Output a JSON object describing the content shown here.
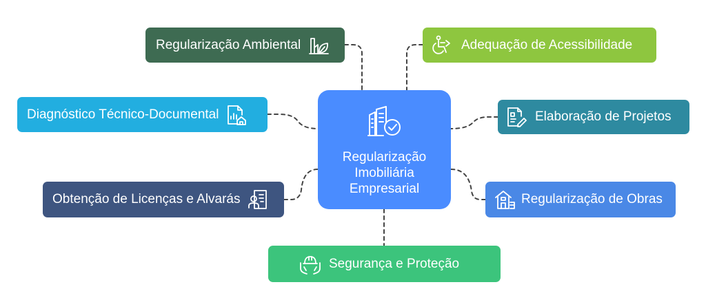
{
  "center": {
    "line1": "Regularização",
    "line2": "Imobiliária",
    "line3": "Empresarial",
    "icon": "building-check-icon",
    "color": "#4a8cff"
  },
  "nodes": [
    {
      "id": "ambiental",
      "label": "Regularização Ambiental",
      "icon": "factory-leaf-icon",
      "color": "#3e6b52"
    },
    {
      "id": "acessibilidade",
      "label": "Adequação de Acessibilidade",
      "icon": "wheelchair-icon",
      "color": "#8ec63f"
    },
    {
      "id": "diagnostico",
      "label": "Diagnóstico Técnico-Documental",
      "icon": "document-house-icon",
      "color": "#22aee0"
    },
    {
      "id": "projetos",
      "label": "Elaboração de Projetos",
      "icon": "blueprint-pencil-icon",
      "color": "#2e8aa0"
    },
    {
      "id": "licencas",
      "label": "Obtenção de Licenças e Alvarás",
      "icon": "license-certificate-icon",
      "color": "#3e5580"
    },
    {
      "id": "obras",
      "label": "Regularização de Obras",
      "icon": "house-construction-icon",
      "color": "#4a88e6"
    },
    {
      "id": "seguranca",
      "label": "Segurança e Proteção",
      "icon": "helmet-hands-icon",
      "color": "#3cc47c"
    }
  ],
  "connector_color": "#444444"
}
